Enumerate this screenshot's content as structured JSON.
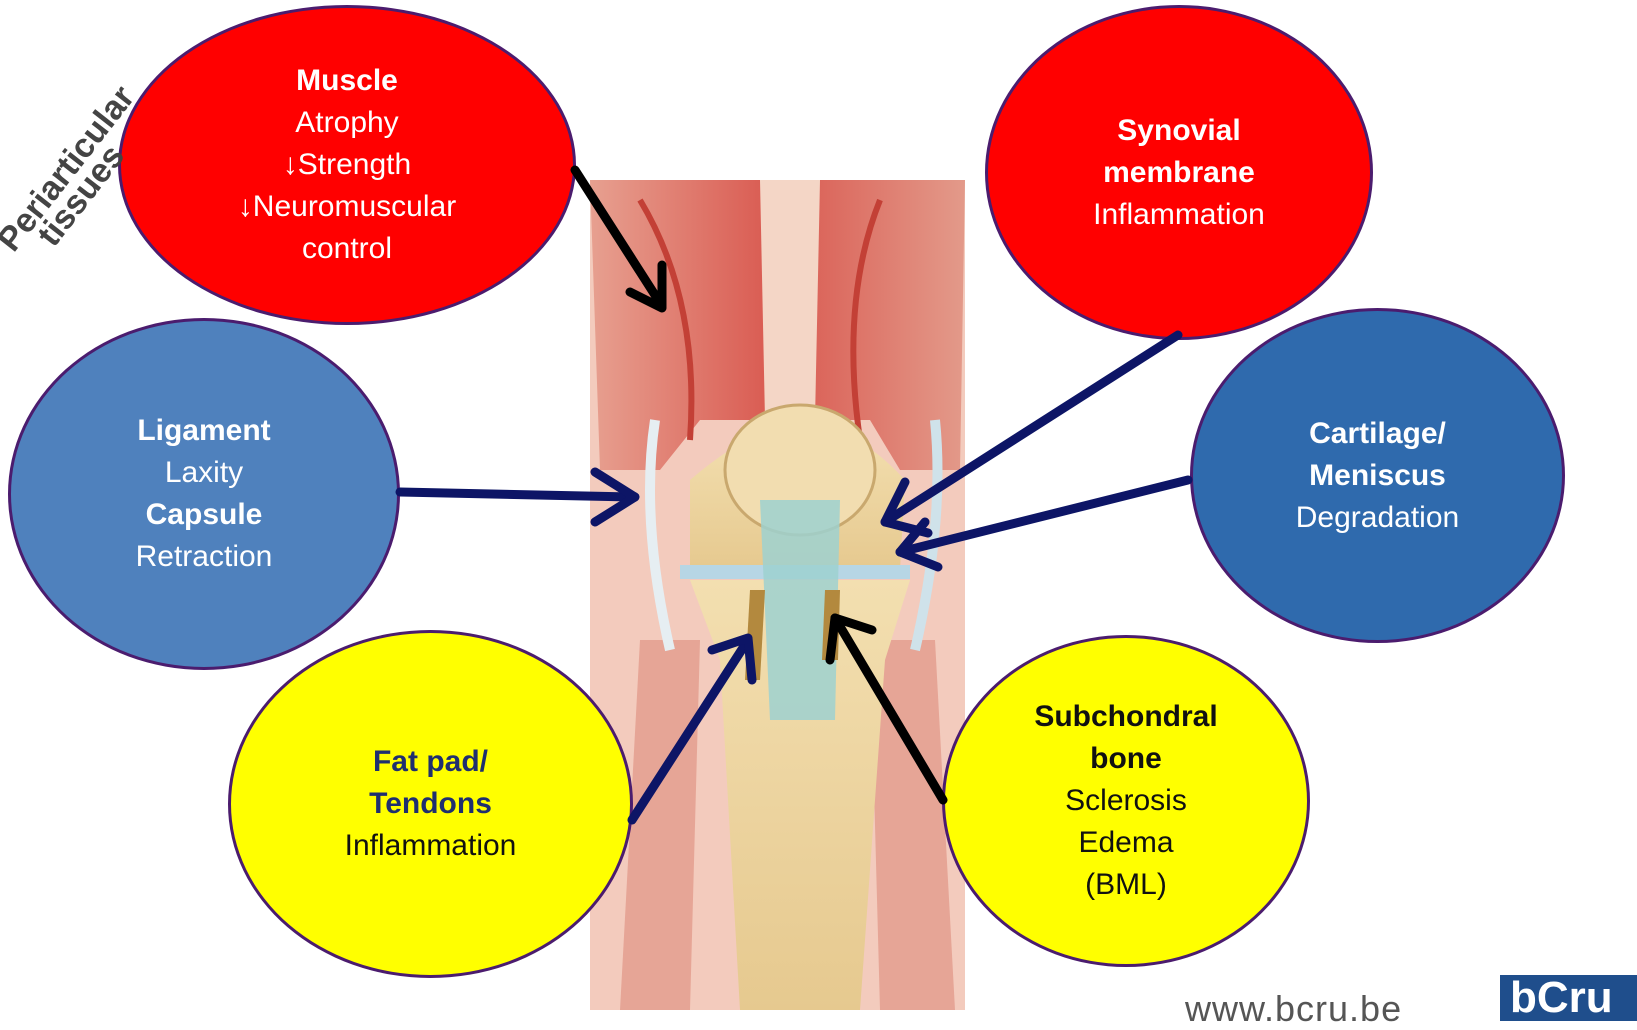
{
  "corner_label": {
    "line1": "Periarticular",
    "line2": "tissues"
  },
  "colors": {
    "red": "#ff0000",
    "blue_light": "#4f81bd",
    "blue_dark": "#2f6aad",
    "yellow": "#ffff00",
    "arrow_navy": "#0d1566",
    "arrow_black": "#000000"
  },
  "nodes": {
    "muscle": {
      "title": "Muscle",
      "lines": [
        "Atrophy",
        "↓Strength",
        "↓Neuromuscular",
        "control"
      ]
    },
    "synovial": {
      "title1": "Synovial",
      "title2": "membrane",
      "line": "Inflammation"
    },
    "ligament": {
      "title1": "Ligament",
      "line1": "Laxity",
      "title2": "Capsule",
      "line2": "Retraction"
    },
    "cartilage": {
      "title1": "Cartilage/",
      "title2": "Meniscus",
      "line": "Degradation"
    },
    "fatpad": {
      "title1": "Fat pad/",
      "title2": "Tendons",
      "line": "Inflammation"
    },
    "subchondral": {
      "title1": "Subchondral",
      "title2": "bone",
      "lines": [
        "Sclerosis",
        "Edema",
        "(BML)"
      ]
    }
  },
  "footer": {
    "url": "www.bcru.be",
    "logo_text": "bCru"
  }
}
